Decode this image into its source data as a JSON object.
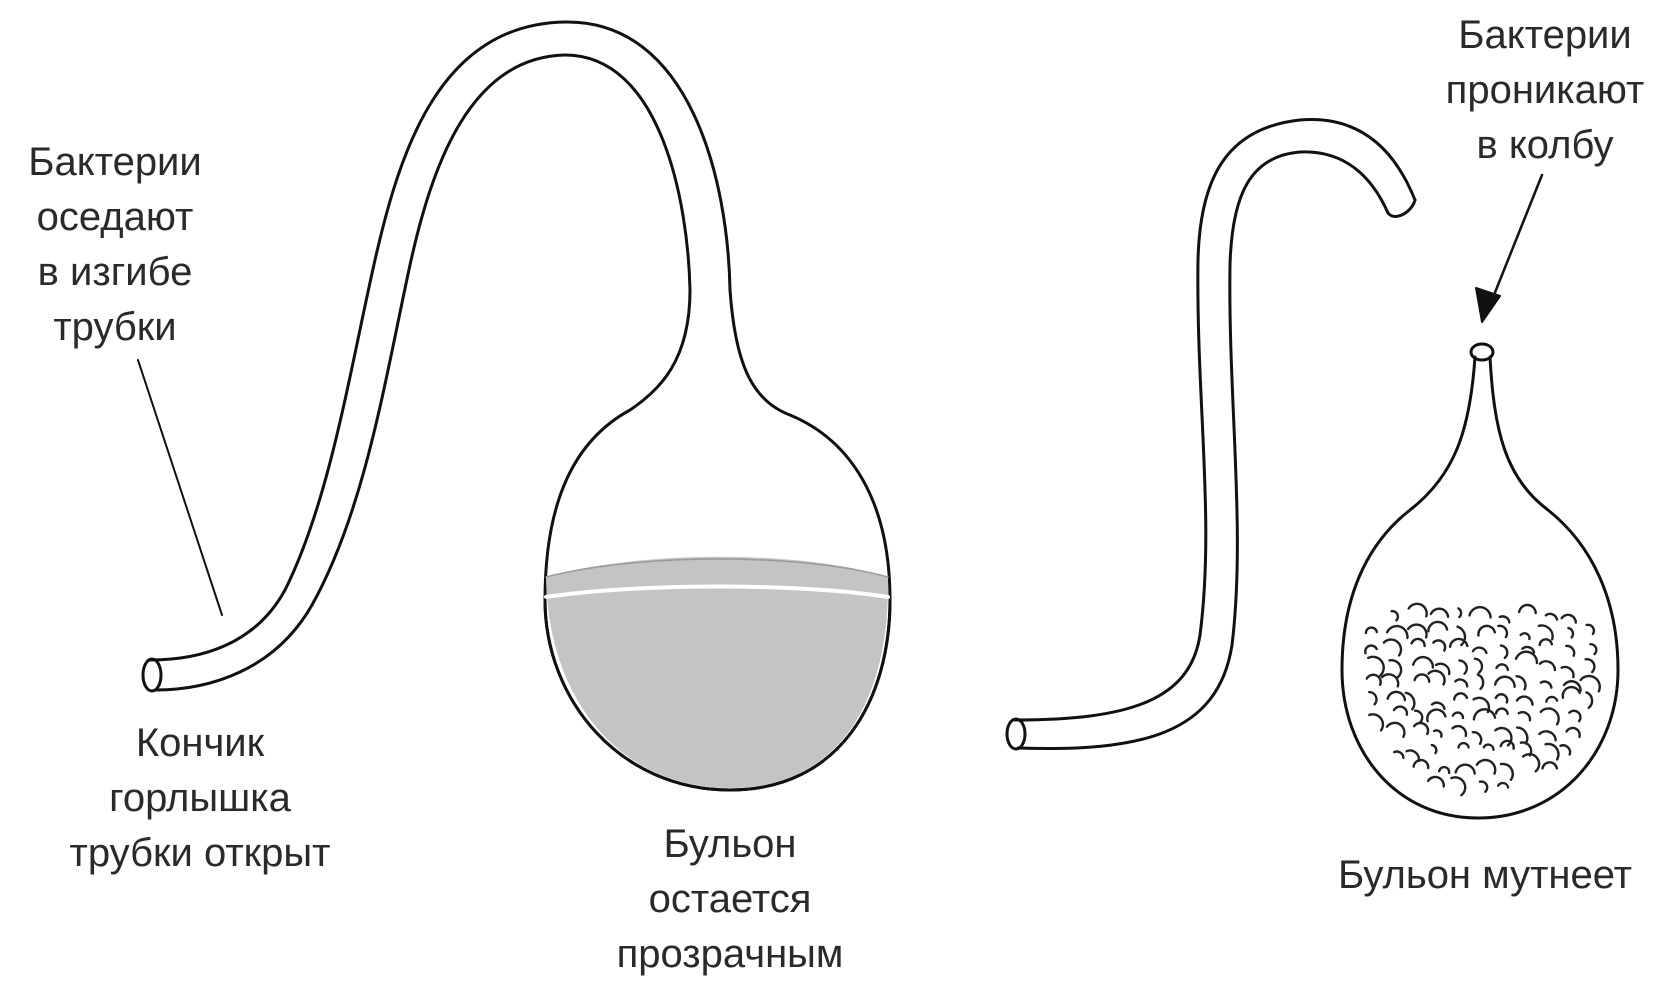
{
  "labels": {
    "bacteria_settle": [
      "Бактерии",
      "оседают",
      "в изгибе",
      "трубки"
    ],
    "tip_open": [
      "Кончик",
      "горлышка",
      "трубки открыт"
    ],
    "broth_clear": [
      "Бульон",
      "остается",
      "прозрачным"
    ],
    "bacteria_enter": [
      "Бактерии",
      "проникают",
      "в колбу"
    ],
    "broth_cloudy": [
      "Бульон мутнеет"
    ]
  },
  "colors": {
    "line": "#111111",
    "broth": "#c4c4c4",
    "text": "#2a2a2a"
  }
}
